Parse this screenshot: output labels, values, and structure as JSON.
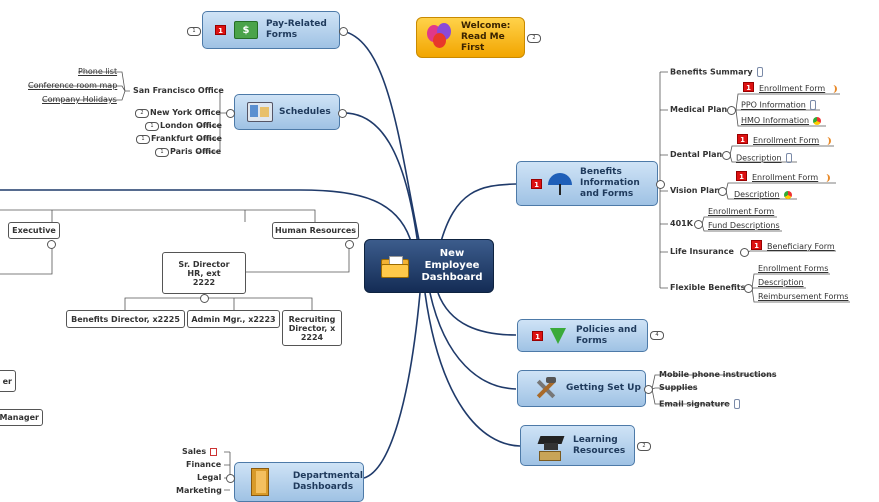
{
  "central": {
    "label_lines": [
      "New",
      "Employee",
      "Dashboard"
    ]
  },
  "welcome": {
    "label_lines": [
      "Welcome:",
      "Read Me",
      "First"
    ],
    "count": "2"
  },
  "pay": {
    "label_lines": [
      "Pay-Related",
      "Forms"
    ],
    "count": "1",
    "flag": "1"
  },
  "schedules": {
    "label": "Schedules",
    "sf_office": "San Francisco Office",
    "sf_items": [
      "Phone list",
      "Conference room map",
      "Company Holidays"
    ],
    "offices": [
      {
        "label": "New York Office",
        "count": "2"
      },
      {
        "label": "London Office",
        "count": "1"
      },
      {
        "label": "Frankfurt Office",
        "count": "1"
      },
      {
        "label": "Paris Office",
        "count": "1"
      }
    ]
  },
  "org": {
    "executive": "Executive",
    "hr": "Human Resources",
    "sr_director_lines": [
      "Sr. Director",
      "HR, ext",
      "2222"
    ],
    "benefits_director": "Benefits Director, x2225",
    "admin_mgr": "Admin Mgr., x2223",
    "recruiting_lines": [
      "Recruiting",
      "Director, x",
      "2224"
    ],
    "partial_1": "er",
    "partial_2": "Manager"
  },
  "benefits": {
    "label_lines": [
      "Benefits",
      "Information",
      "and Forms"
    ],
    "flag": "1",
    "summary": "Benefits Summary",
    "medical": "Medical Plan",
    "medical_items": [
      "Enrollment Form",
      "PPO Information",
      "HMO Information"
    ],
    "dental": "Dental Plan",
    "dental_items": [
      "Enrollment Form",
      "Description"
    ],
    "vision": "Vision Plan",
    "vision_items": [
      "Enrollment Form",
      "Description"
    ],
    "k401": "401K",
    "k401_items": [
      "Enrollment Form",
      "Fund Descriptions"
    ],
    "life": "Life Insurance",
    "life_items": [
      "Beneficiary Form"
    ],
    "flex": "Flexible Benefits",
    "flex_items": [
      "Enrollment Forms",
      "Description",
      "Reimbursement Forms"
    ],
    "flag_labels": [
      "1",
      "1",
      "1",
      "1"
    ]
  },
  "policies": {
    "label_lines": [
      "Policies and",
      "Forms"
    ],
    "flag": "1",
    "count": "4"
  },
  "setup": {
    "label": "Getting Set Up",
    "items": [
      "Mobile phone instructions",
      "Supplies",
      "Email signature"
    ]
  },
  "learning": {
    "label_lines": [
      "Learning",
      "Resources"
    ],
    "count": "2"
  },
  "departmental": {
    "label_lines": [
      "Departmental",
      "Dashboards"
    ],
    "items": [
      "Sales",
      "Finance",
      "Legal",
      "Marketing"
    ]
  },
  "colors": {
    "branch": "#1f3a6a",
    "topic_border": "#4d7aa8",
    "central_bg": "#1e3a66",
    "welcome_bg": "#f7b500",
    "flag": "#dd1111"
  },
  "icons": [
    "money-icon",
    "schedule-icon",
    "umbrella-icon",
    "checkmark-icon",
    "tools-icon",
    "graduation-cap-icon",
    "door-icon",
    "folder-icon",
    "balloons-icon"
  ]
}
